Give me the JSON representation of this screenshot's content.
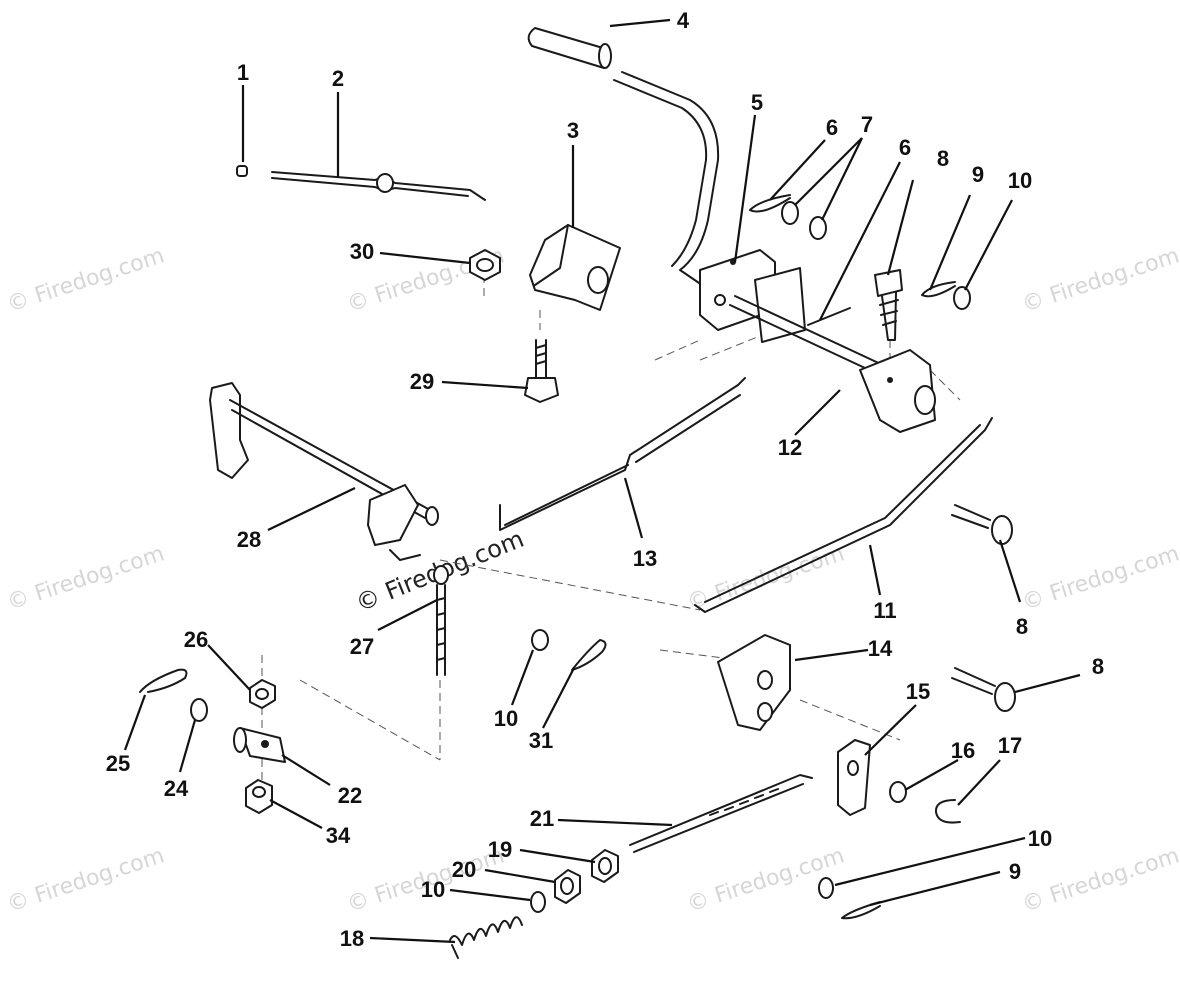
{
  "watermark": "© Firedog.com",
  "callouts": {
    "c1": "1",
    "c2": "2",
    "c3": "3",
    "c4": "4",
    "c5": "5",
    "c6a": "6",
    "c6b": "6",
    "c7": "7",
    "c8a": "8",
    "c8b": "8",
    "c8c": "8",
    "c9a": "9",
    "c9b": "9",
    "c10a": "10",
    "c10b": "10",
    "c10c": "10",
    "c10d": "10",
    "c11": "11",
    "c12": "12",
    "c13": "13",
    "c14": "14",
    "c15": "15",
    "c16": "16",
    "c17": "17",
    "c18": "18",
    "c19": "19",
    "c20": "20",
    "c21": "21",
    "c22": "22",
    "c24": "24",
    "c25": "25",
    "c26": "26",
    "c27": "27",
    "c28": "28",
    "c29": "29",
    "c30": "30",
    "c31": "31",
    "c34": "34"
  }
}
